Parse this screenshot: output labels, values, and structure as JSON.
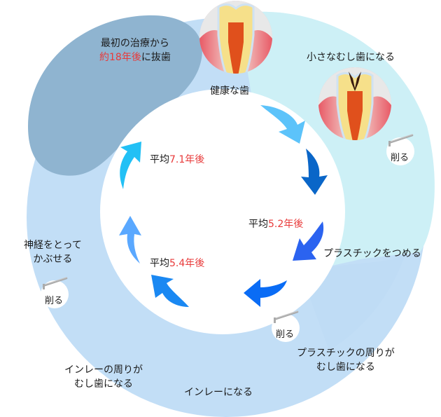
{
  "colors": {
    "outer_ring_light": "#c9e9f8",
    "outer_ring_cyan": "#cdf0f6",
    "outer_ring_blue": "#bfdcf5",
    "extraction_blob": "#8fb4d0",
    "highlight_red": "#e83a3a",
    "arrow_1": "#5cc3fa",
    "arrow_2": "#0a66c8",
    "arrow_3": "#2b63f0",
    "arrow_4": "#1a78f0",
    "arrow_5": "#5aa8ff",
    "arrow_6": "#22c0f5"
  },
  "stages": [
    {
      "id": "healthy",
      "label": "健康な歯",
      "icon": "healthy-tooth-icon"
    },
    {
      "id": "small-cavity",
      "label": "小さなむし歯になる",
      "icon": "small-cavity-tooth-icon"
    },
    {
      "id": "plastic-filling",
      "label": "プラスチックをつめる",
      "icon": "filled-tooth-icon"
    },
    {
      "id": "plastic-decay",
      "label_line1": "プラスチックの周りが",
      "label_line2": "むし歯になる",
      "icon": "decayed-filling-tooth-icon"
    },
    {
      "id": "inlay",
      "label": "インレーになる",
      "icon": "inlay-tooth-icon"
    },
    {
      "id": "inlay-decay",
      "label_line1": "インレーの周りが",
      "label_line2": "むし歯になる",
      "icon": "decayed-inlay-tooth-icon"
    },
    {
      "id": "crown",
      "label_line1": "神経をとって",
      "label_line2": "かぶせる",
      "icon": "crowned-tooth-icon"
    },
    {
      "id": "extraction",
      "label_line1": "最初の治療から",
      "label_line2_red": "約18年後",
      "label_line2_rest": "に抜歯",
      "icon": "extracted-tooth-icon"
    }
  ],
  "cut_label": "削る",
  "intervals": [
    {
      "prefix": "平均",
      "value": "5.2年後"
    },
    {
      "prefix": "平均",
      "value": "5.4年後"
    },
    {
      "prefix": "平均",
      "value": "7.1年後"
    }
  ]
}
